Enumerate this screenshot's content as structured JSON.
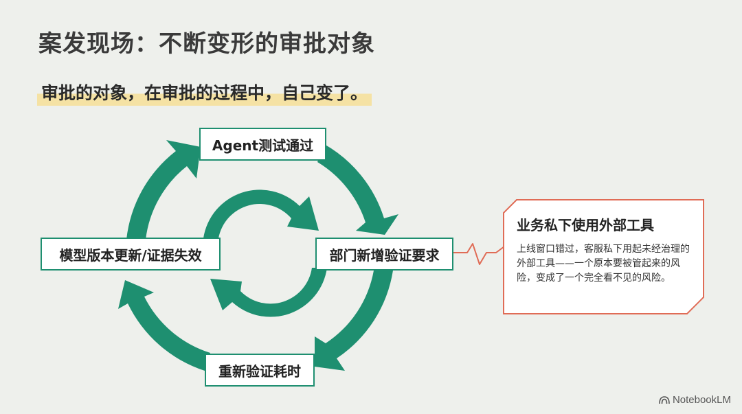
{
  "slide": {
    "title": "案发现场：不断变形的审批对象",
    "subtitle": "审批的对象，在审批的过程中，自己变了。"
  },
  "cycle": {
    "nodes": {
      "top": "Agent测试通过",
      "right": "部门新增验证要求",
      "bottom": "重新验证耗时",
      "left": "模型版本更新/证据失效"
    }
  },
  "callout": {
    "title": "业务私下使用外部工具",
    "body": "上线窗口错过，客服私下用起未经治理的外部工具——一个原本要被管起来的风险，变成了一个完全看不见的风险。"
  },
  "branding": {
    "label": "NotebookLM",
    "icon": "notebooklm-logo-icon"
  },
  "colors": {
    "arrow": "#1e8f70",
    "callout_border": "#e06c56",
    "highlight": "#f5e2a4"
  }
}
